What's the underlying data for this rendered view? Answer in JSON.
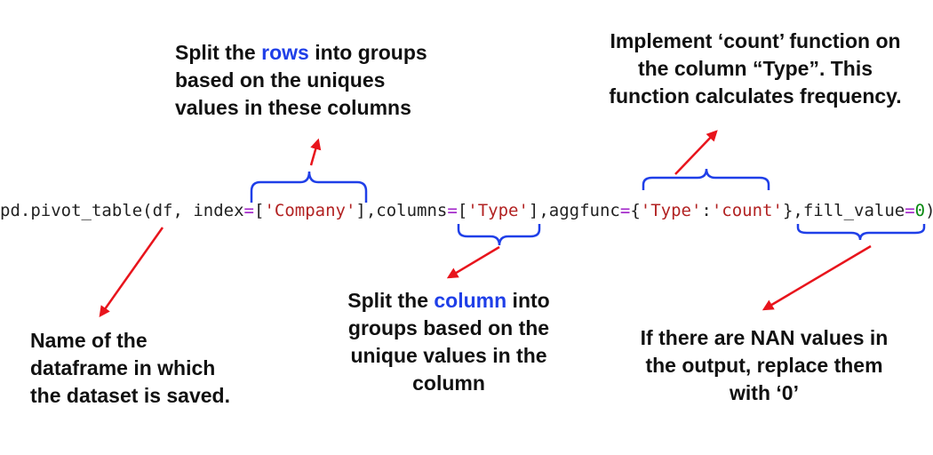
{
  "code": {
    "prefix": "pd.pivot_table(df, index",
    "eq": "=",
    "open_bracket": "[",
    "company": "'Company'",
    "close_bracket_comma_columns": "],columns",
    "type_col": "'Type'",
    "close_bracket_comma_aggfunc": "],aggfunc",
    "open_brace": "{",
    "type_key": "'Type'",
    "colon": ":",
    "count": "'count'",
    "close_brace_fill": "},fill_value",
    "zero": "0",
    "close_paren": ")"
  },
  "notes": {
    "rows": {
      "l1a": "Split the ",
      "l1b": "rows",
      "l1c": " into groups",
      "l2": "based on the uniques",
      "l3": "values in these columns"
    },
    "count": {
      "l1": "Implement ‘count’ function on",
      "l2": "the column “Type”. This",
      "l3": "function calculates frequency."
    },
    "df": {
      "l1": "Name of the",
      "l2": "dataframe in which",
      "l3": "the dataset is saved."
    },
    "column": {
      "l1a": "Split the ",
      "l1b": "column",
      "l1c": " into",
      "l2": "groups based on the",
      "l3": "unique values in the",
      "l4": "column"
    },
    "fill": {
      "l1": "If there are  NAN values in",
      "l2": "the output, replace them",
      "l3": "with ‘0’"
    }
  },
  "colors": {
    "arrow": "#e8141c",
    "brace": "#1f3fe8",
    "highlight": "#1f3fe8",
    "operator": "#a020c8",
    "string": "#b22222",
    "number": "#0a8a12"
  }
}
